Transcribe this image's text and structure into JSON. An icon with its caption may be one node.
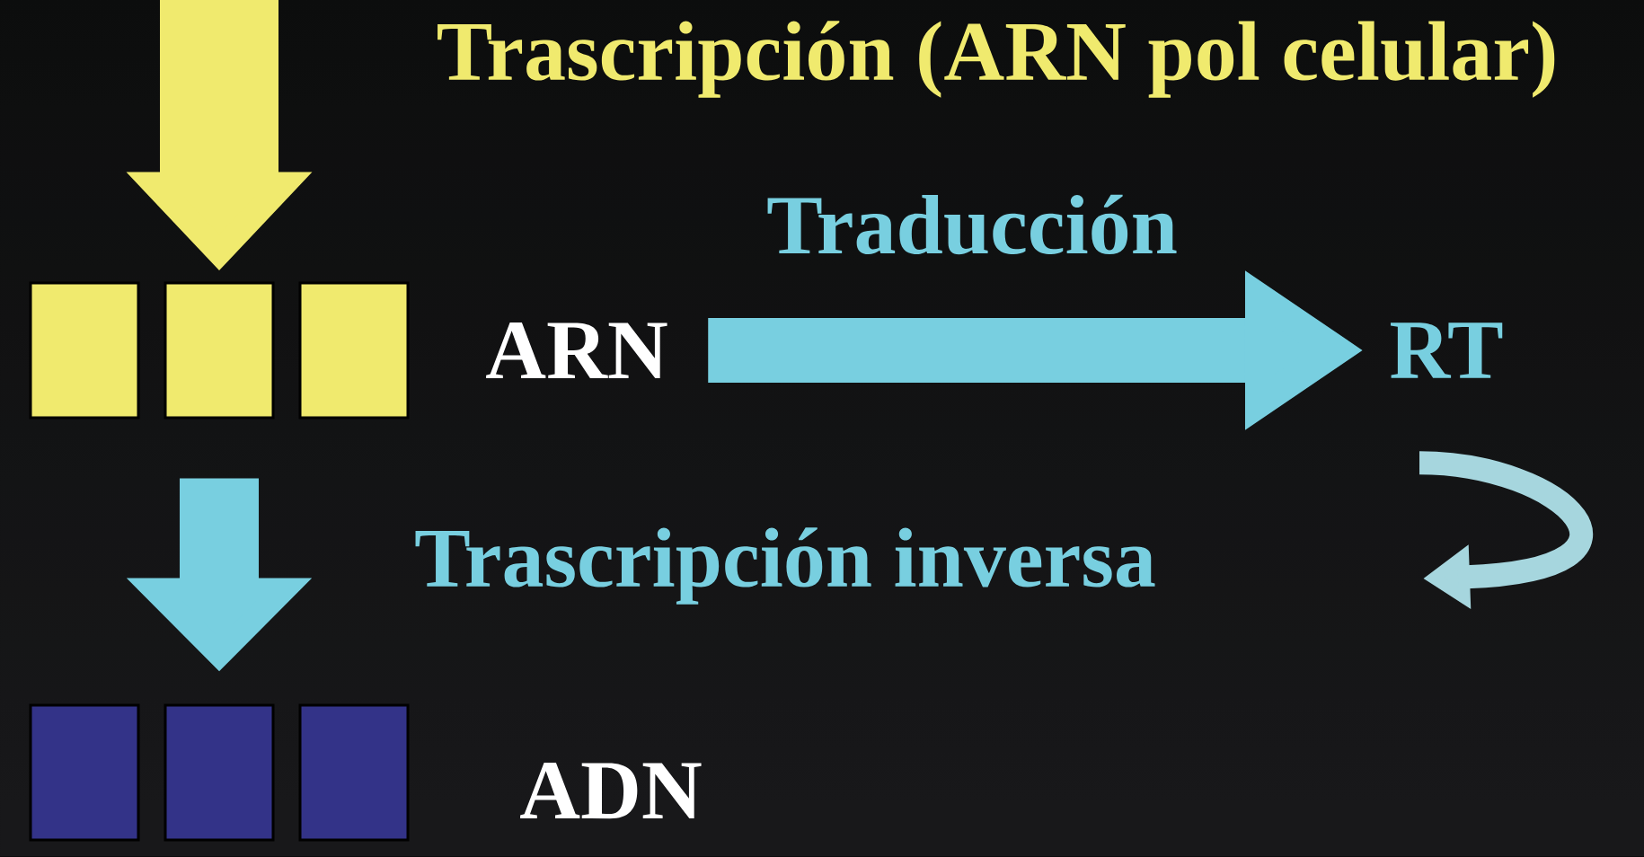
{
  "diagram": {
    "nodes": [
      {
        "text": [
          "ARN"
        ]
      },
      {
        "text": [
          "RT"
        ]
      },
      {
        "text": [
          "ADN"
        ]
      },
      {
        "text": [],
        "shape": "box"
      },
      {
        "text": [],
        "shape": "box"
      },
      {
        "text": [],
        "shape": "box"
      },
      {
        "text": [],
        "shape": "box"
      },
      {
        "text": [],
        "shape": "box"
      },
      {
        "text": [],
        "shape": "box"
      }
    ],
    "edges": [
      {
        "from": null,
        "to": 4,
        "arrow": "to",
        "label": "Trascripción (ARN pol celular)",
        "style": "thick",
        "color": "#f0ea6e"
      },
      {
        "from": 0,
        "to": 1,
        "arrow": "to",
        "label": "Traducción"
      },
      {
        "from": 4,
        "to": 7,
        "arrow": "to",
        "label": "Trascripción inversa"
      },
      {
        "from": 1,
        "to": null,
        "arrow": "to",
        "color": "#a6d6de"
      }
    ]
  }
}
